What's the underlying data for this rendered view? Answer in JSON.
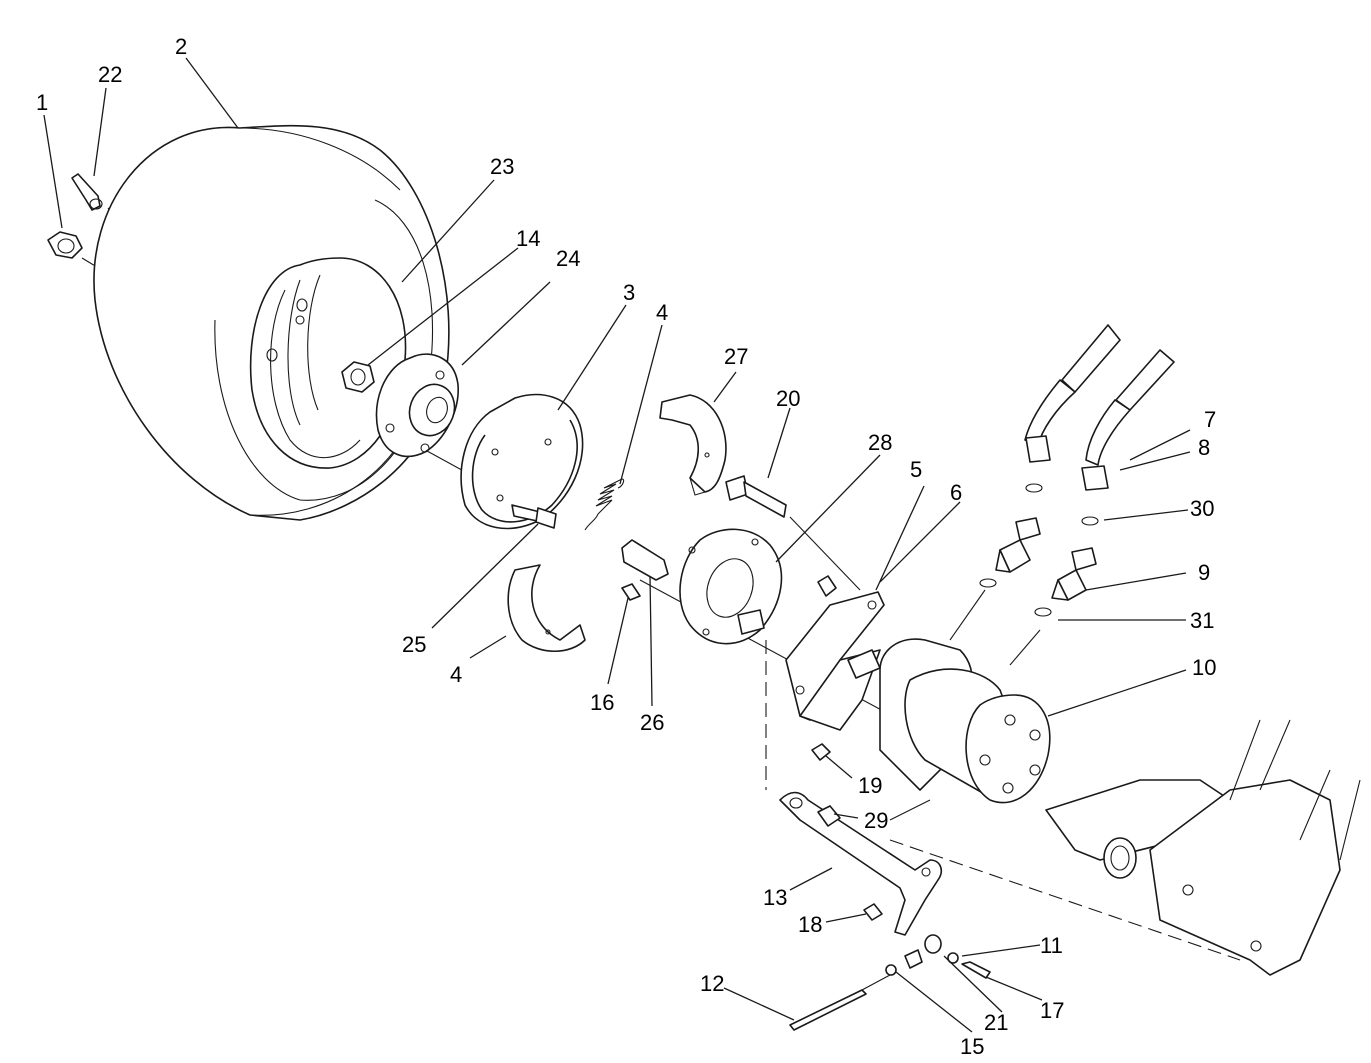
{
  "diagram": {
    "callouts": [
      "1",
      "2",
      "3",
      "4",
      "4",
      "5",
      "6",
      "7",
      "8",
      "9",
      "10",
      "11",
      "12",
      "13",
      "14",
      "15",
      "16",
      "17",
      "18",
      "19",
      "20",
      "21",
      "22",
      "23",
      "24",
      "25",
      "26",
      "27",
      "28",
      "29",
      "30",
      "31"
    ]
  }
}
